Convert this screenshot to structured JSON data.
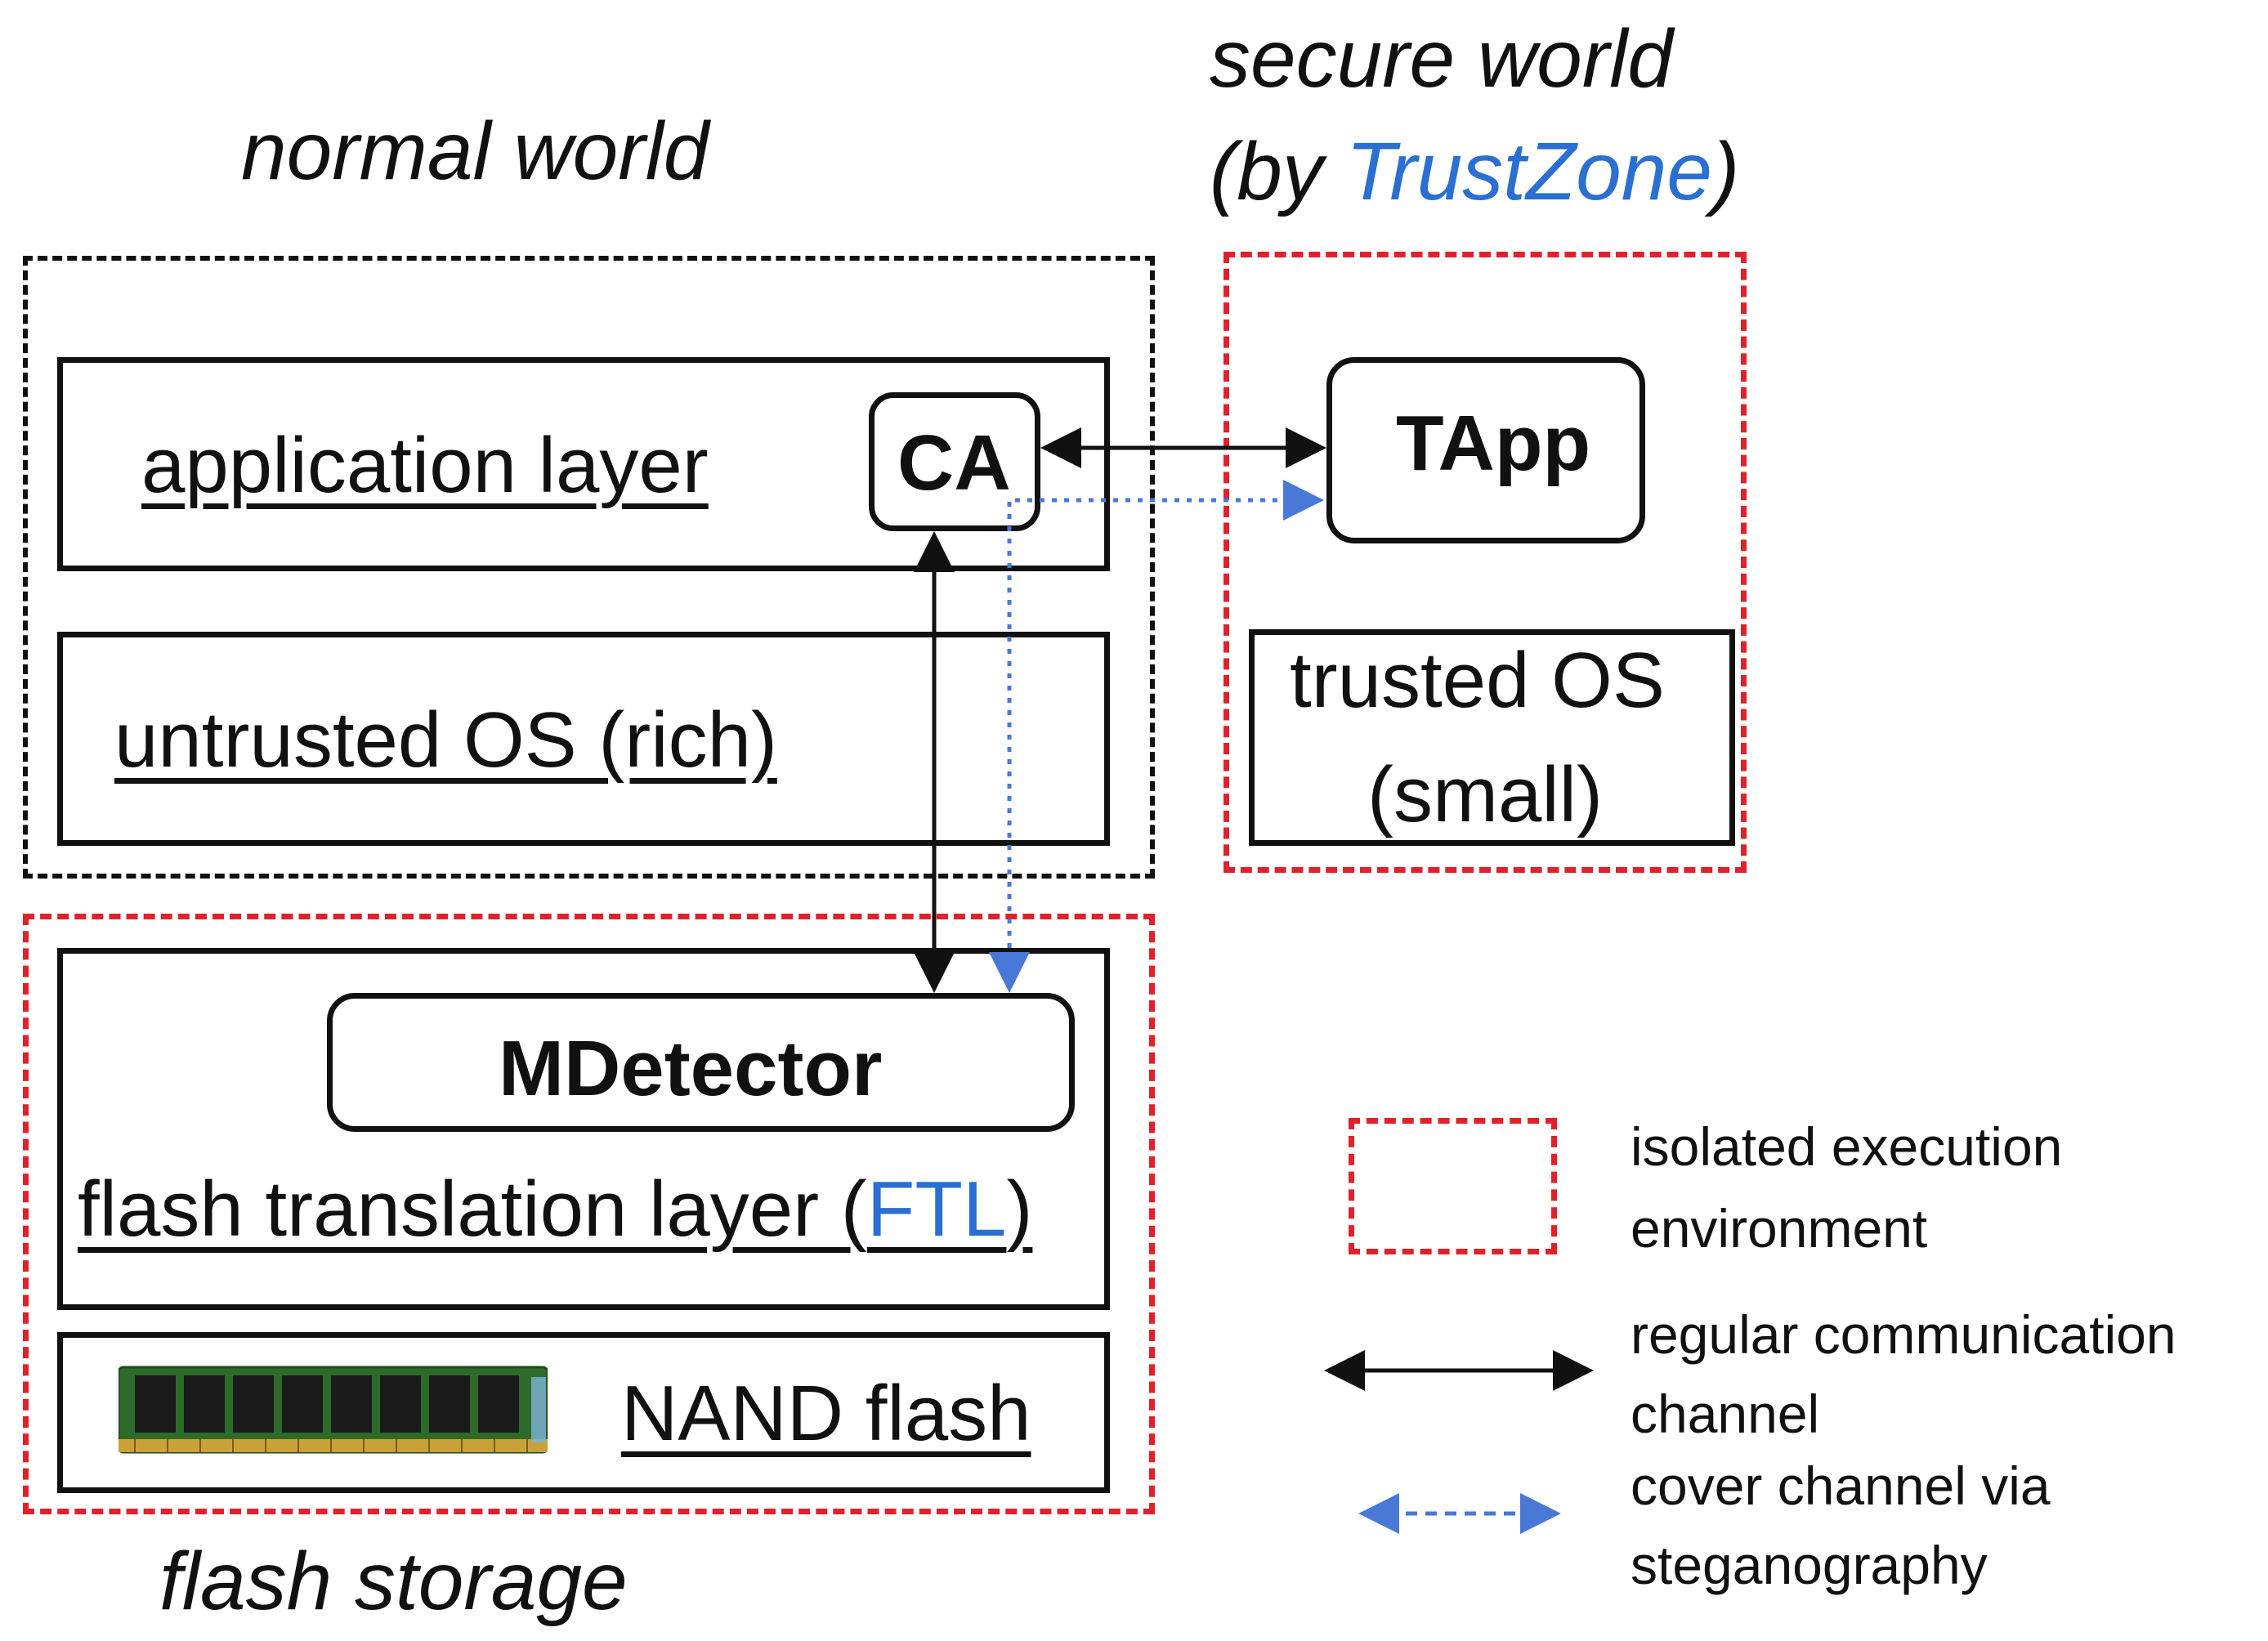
{
  "titles": {
    "normal_world": "normal world",
    "secure_world_line1": "secure world",
    "secure_world_prefix": "(by ",
    "secure_world_trustzone": "TrustZone",
    "secure_world_suffix": ")",
    "flash_storage": "flash storage"
  },
  "normal_world": {
    "application_layer": "application layer",
    "ca": "CA",
    "untrusted_os": "untrusted OS (rich)"
  },
  "secure_world": {
    "tapp": "TApp",
    "trusted_os_line1": "trusted OS",
    "trusted_os_line2": "(small)"
  },
  "flash": {
    "mdetector": "MDetector",
    "ftl_prefix": "flash translation layer (",
    "ftl_abbr": "FTL",
    "ftl_suffix": ")",
    "nand": "NAND flash",
    "nand_icon": "ram-chip-icon"
  },
  "legend": {
    "isolated_line1": "isolated execution",
    "isolated_line2": "environment",
    "regular_line1": "regular communication",
    "regular_line2": "channel",
    "cover_line1": "cover channel via",
    "cover_line2": "steganography"
  },
  "colors": {
    "isolation_red": "#e0212b",
    "covert_blue": "#4a78d6",
    "trustzone_blue": "#2a6fd1"
  }
}
